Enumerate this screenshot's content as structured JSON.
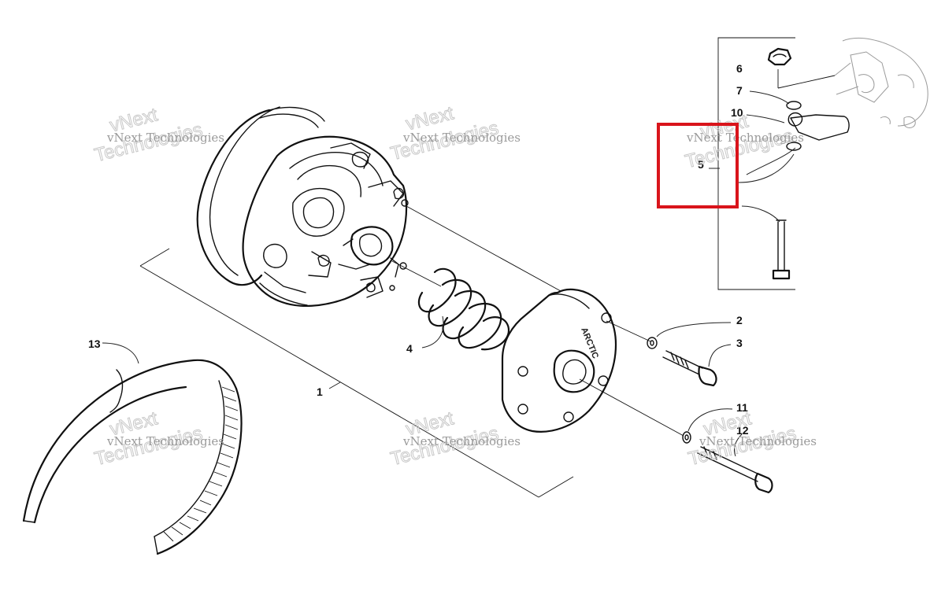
{
  "diagram": {
    "part_numbers": {
      "p1": "1",
      "p2": "2",
      "p3": "3",
      "p4": "4",
      "p5": "5",
      "p6": "6",
      "p7": "7",
      "p10": "10",
      "p11": "11",
      "p12": "12",
      "p13": "13"
    },
    "brand_mark": "ARCTIC",
    "watermark": {
      "line1": "vNext Technologies",
      "line2": "vNext Technologies",
      "line3": "vNext",
      "line4": "Technologies"
    },
    "highlight": {
      "color": "#d9141b",
      "target_part": "5"
    }
  }
}
